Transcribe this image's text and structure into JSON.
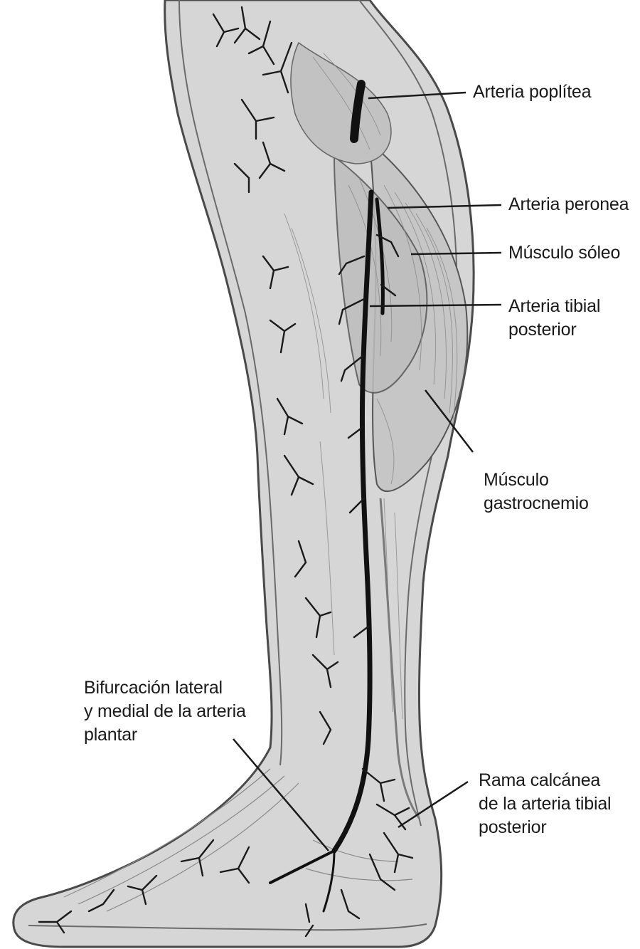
{
  "colors": {
    "background": "#ffffff",
    "tissue": "#d6d6d6",
    "tissue_dark": "#b4b4b4",
    "outline": "#4a4a4a",
    "vessel": "#111111",
    "leader": "#1a1a1a"
  },
  "labels": {
    "poplitea": "Arteria poplítea",
    "peronea": "Arteria peronea",
    "soleo": "Músculo sóleo",
    "tibial_posterior": {
      "line1": "Arteria tibial",
      "line2": "posterior"
    },
    "gastrocnemio": {
      "line1": "Músculo",
      "line2": "gastrocnemio"
    },
    "bifurcacion": {
      "line1": "Bifurcación lateral",
      "line2": "y medial de la arteria",
      "line3": "plantar"
    },
    "calcanea": {
      "line1": "Rama calcánea",
      "line2": "de la arteria tibial",
      "line3": "posterior"
    }
  }
}
